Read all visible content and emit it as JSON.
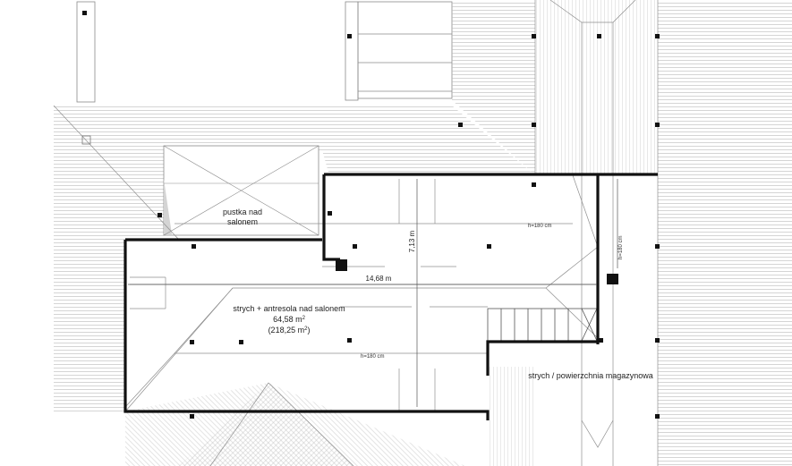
{
  "rooms": {
    "void_label_line1": "pustka nad",
    "void_label_line2": "salonem",
    "attic_label": "strych + antresola nad salonem",
    "attic_area": "64,58 m",
    "attic_area_sup": "2",
    "attic_area_total": "(218,25 m",
    "attic_area_total_sup": "2",
    "attic_area_total_close": ")",
    "storage_label": "strych / powierzchnia magazynowa"
  },
  "dimensions": {
    "width": "14,68 m",
    "depth": "7,13 m"
  },
  "heights": {
    "h1": "h=180 cm",
    "h2": "h=180 cm",
    "h3": "h=180 cm"
  },
  "colors": {
    "wall": "#111111",
    "line": "#8a8a8a",
    "hatch": "#b5b5b5",
    "void_fill": "#d9d9d9"
  }
}
